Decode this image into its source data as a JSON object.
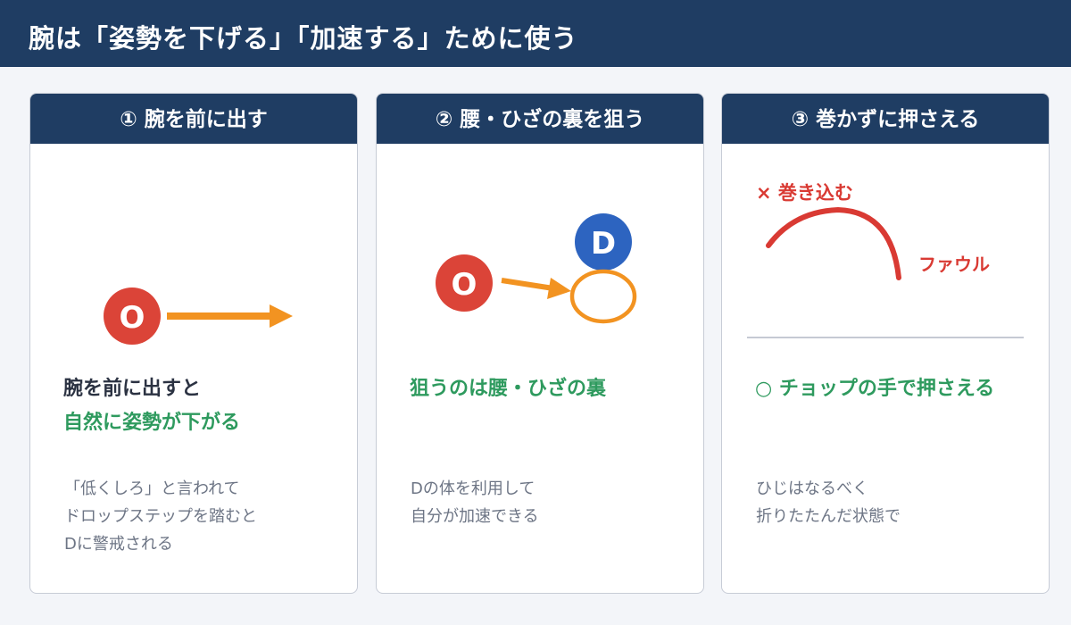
{
  "header": {
    "title": "腕は「姿勢を下げる」「加速する」ために使う"
  },
  "cards": [
    {
      "heading": "① 腕を前に出す",
      "diagram": {
        "o_label": "O"
      },
      "headline": [
        "腕を前に出すと",
        "自然に姿勢が下がる"
      ],
      "note": [
        "「低くしろ」と言われて",
        "ドロップステップを踏むと",
        "Dに警戒される"
      ]
    },
    {
      "heading": "② 腰・ひざの裏を狙う",
      "diagram": {
        "o_label": "O",
        "d_label": "D"
      },
      "headline": [
        "狙うのは腰・ひざの裏"
      ],
      "note": [
        "Dの体を利用して",
        "自分が加速できる"
      ]
    },
    {
      "heading": "③ 巻かずに押さえる",
      "diagram": {
        "bad_label": "× 巻き込む",
        "foul_label": "ファウル"
      },
      "headline": [
        "○ チョップの手で押さえる"
      ],
      "note": [
        "ひじはなるべく",
        "折りたたんだ状態で"
      ]
    }
  ],
  "colors": {
    "navy": "#1f3d63",
    "offense_red": "#db4438",
    "defense_blue": "#2d64c0",
    "arrow_orange": "#f29321",
    "good_green": "#2e9a5e",
    "bad_red": "#d93a33"
  }
}
